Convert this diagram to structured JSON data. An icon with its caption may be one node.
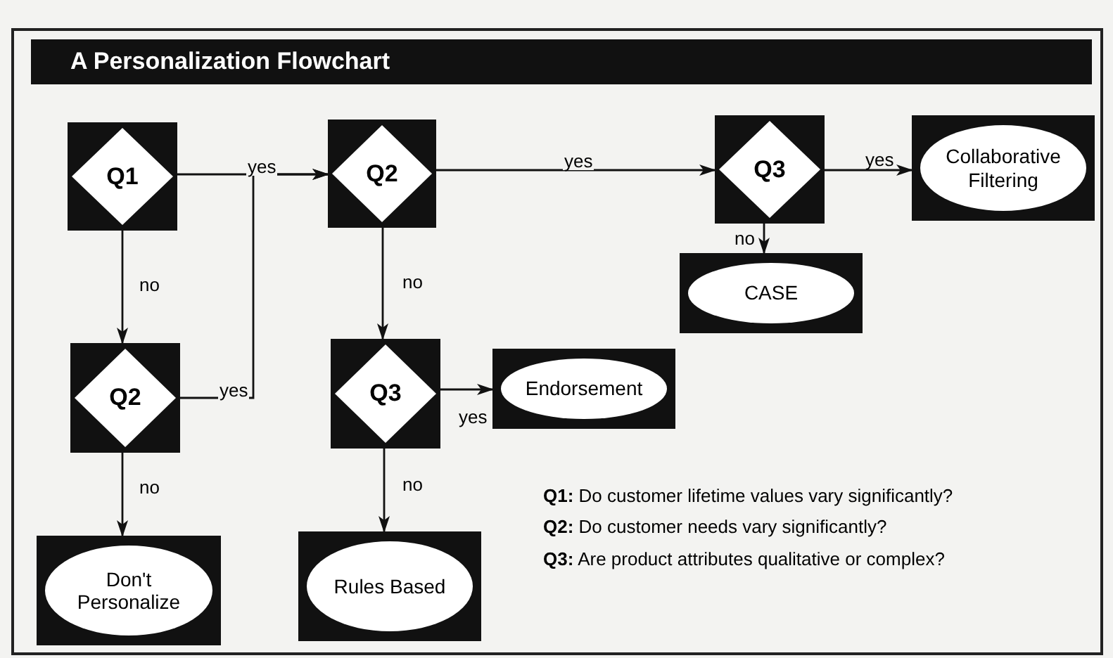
{
  "diagram": {
    "title": "A Personalization Flowchart",
    "nodes": [
      {
        "text": [
          "Q1"
        ]
      },
      {
        "text": [
          "Q2"
        ]
      },
      {
        "text": [
          "Q3"
        ]
      },
      {
        "text": [
          "Collaborative Filtering"
        ]
      },
      {
        "text": [
          "CASE"
        ]
      },
      {
        "text": [
          "Q2"
        ]
      },
      {
        "text": [
          "Q3"
        ]
      },
      {
        "text": [
          "Endorsement"
        ]
      },
      {
        "text": [
          "Don't Personalize"
        ]
      },
      {
        "text": [
          "Rules Based"
        ]
      }
    ],
    "edges": [
      {
        "from": 0,
        "to": 1,
        "arrow": "to",
        "label": "yes"
      },
      {
        "from": 0,
        "to": 5,
        "arrow": "to",
        "label": "no"
      },
      {
        "from": 5,
        "to": 1,
        "arrow": "to",
        "label": "yes"
      },
      {
        "from": 1,
        "to": 2,
        "arrow": "to",
        "label": "yes"
      },
      {
        "from": 1,
        "to": 6,
        "arrow": "to",
        "label": "no"
      },
      {
        "from": 2,
        "to": 3,
        "arrow": "to",
        "label": "yes"
      },
      {
        "from": 2,
        "to": 4,
        "arrow": "to",
        "label": "no"
      },
      {
        "from": 6,
        "to": 7,
        "arrow": "to",
        "label": "yes"
      },
      {
        "from": 5,
        "to": 8,
        "arrow": "to",
        "label": "no"
      },
      {
        "from": 6,
        "to": 9,
        "arrow": "to",
        "label": "no"
      }
    ],
    "labels": [
      "**Q1:** Do customer lifetime values vary significantly?",
      "**Q2:** Do customer needs vary significantly?",
      "**Q3:** Are product attributes qualitative or complex?"
    ]
  }
}
